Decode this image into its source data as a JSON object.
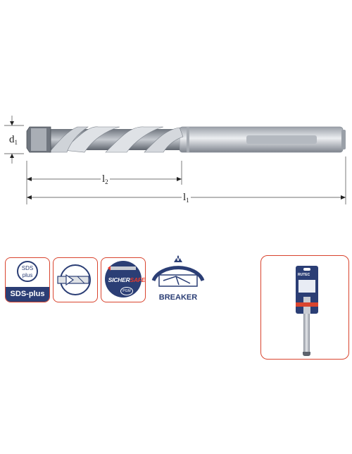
{
  "dimensions": {
    "d1_main": "d",
    "d1_sub": "1",
    "l2_main": "l",
    "l2_sub": "2",
    "l1_main": "l",
    "l1_sub": "1"
  },
  "badges": {
    "sds_line1": "SDS",
    "sds_line2": "plus",
    "sds_bar": "SDS-plus",
    "safe_left": "SICHER",
    "safe_right": "SAFE",
    "pgm": "PGM",
    "breaker": "BREAKER",
    "breaker_mark": "V"
  },
  "product": {
    "brand": "RUTEC"
  },
  "colors": {
    "accent_red": "#d9442e",
    "brand_navy": "#2b3e75"
  }
}
